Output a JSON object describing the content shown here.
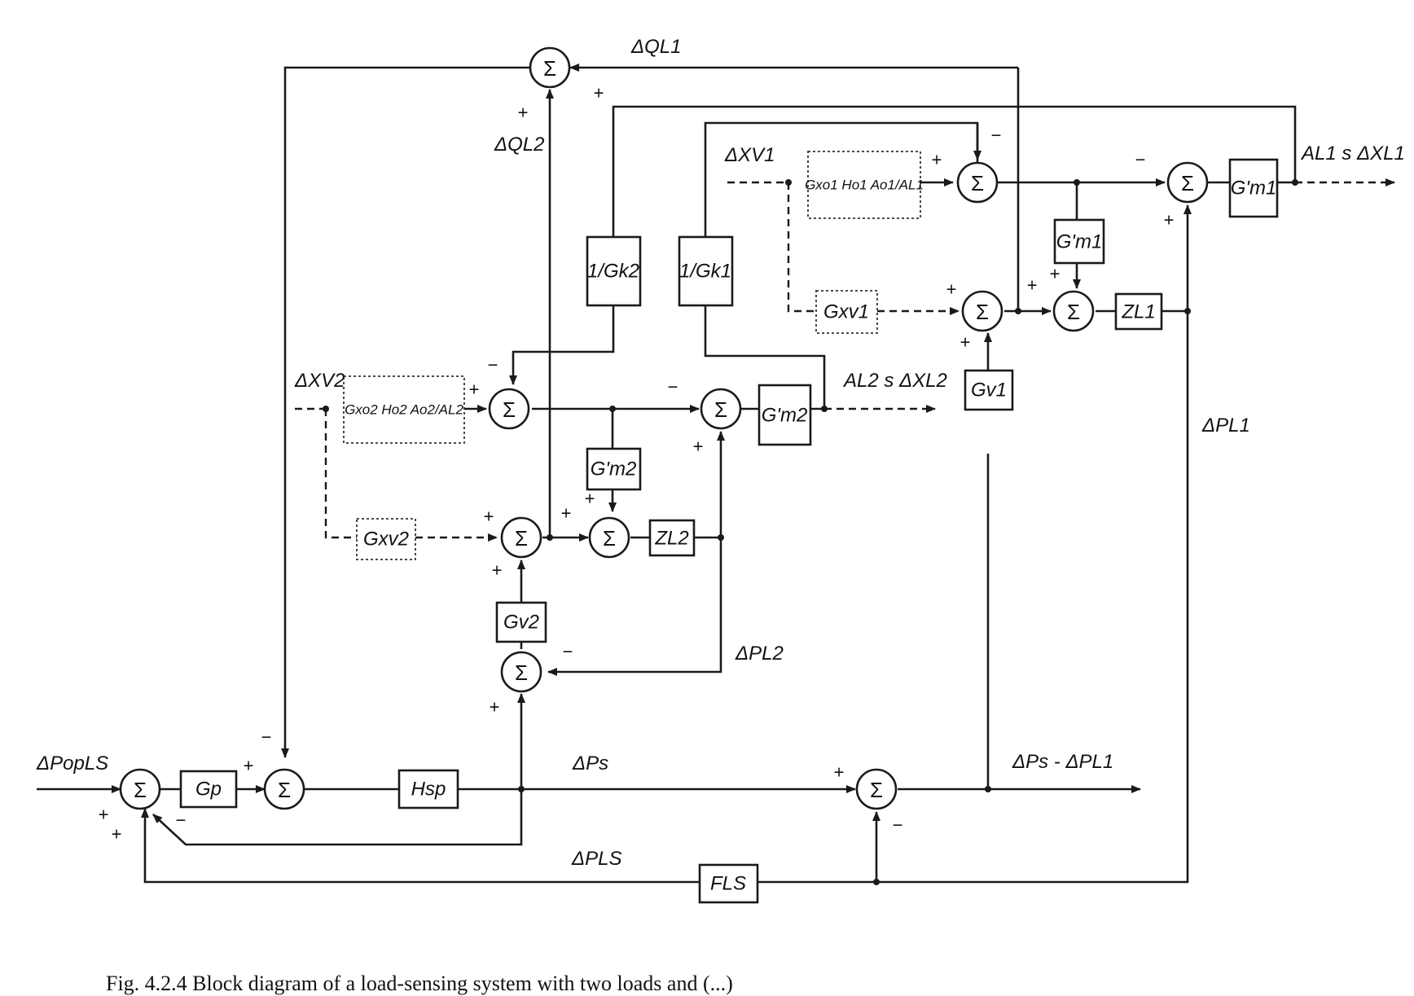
{
  "sum_symbol": "Σ",
  "signals": {
    "dQL1": "ΔQL1",
    "dQL2": "ΔQL2",
    "dXV1": "ΔXV1",
    "dXV2": "ΔXV2",
    "AL1sdXL1": "AL1 s ΔXL1",
    "AL2sdXL2": "AL2 s ΔXL2",
    "dPL1": "ΔPL1",
    "dPL2": "ΔPL2",
    "dPs": "ΔPs",
    "dPs_minus_dPL1": "ΔPs - ΔPL1",
    "dPLS": "ΔPLS",
    "dPopLS": "ΔPopLS"
  },
  "blocks": {
    "Gx01": "Gxo1 Ho1 Ao1/AL1",
    "Gx02": "Gxo2 Ho2 Ao2/AL2",
    "Gxv1": "Gxv1",
    "Gxv2": "Gxv2",
    "invGk2": "1/Gk2",
    "invGk1": "1/Gk1",
    "Gm1": "G'm1",
    "Gm1b": "G'm1",
    "Gm2": "G'm2",
    "Gm2b": "G'm2",
    "ZL1": "ZL1",
    "ZL2": "ZL2",
    "Gv1": "Gv1",
    "Gv2": "Gv2",
    "Gp": "Gp",
    "Hsp": "Hsp",
    "FLS": "FLS"
  },
  "caption": "Fig. 4.2.4 Block diagram of a load-sensing system with two loads and (...)"
}
